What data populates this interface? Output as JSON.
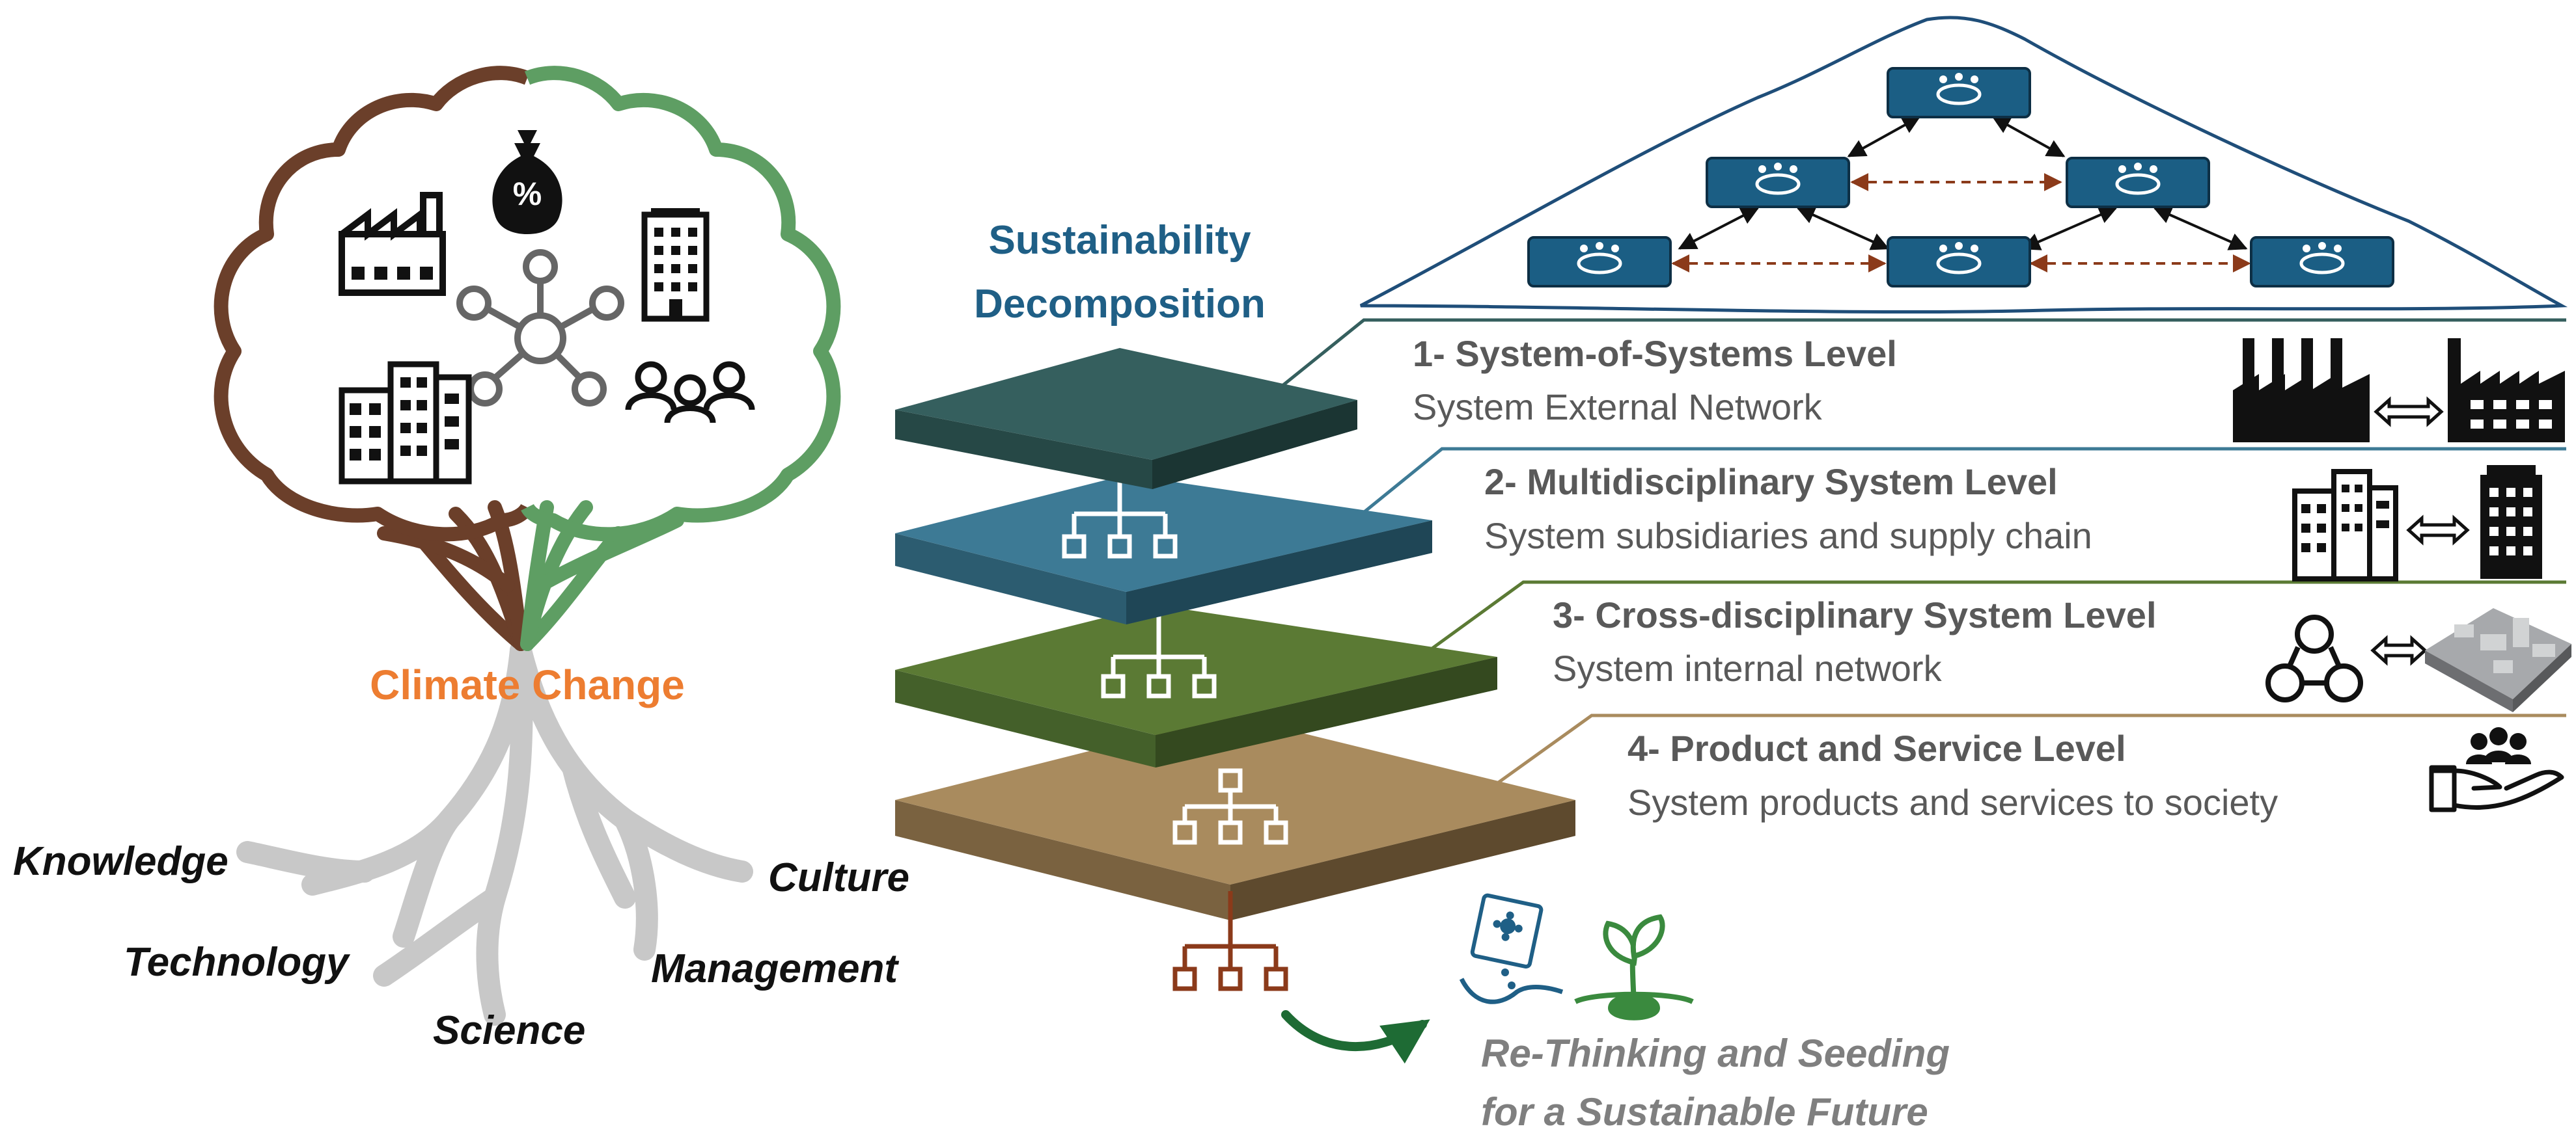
{
  "title": {
    "line1": "Sustainability",
    "line2": "Decomposition"
  },
  "tree": {
    "label": "Climate Change",
    "roots": [
      "Knowledge",
      "Technology",
      "Science",
      "Culture",
      "Management"
    ]
  },
  "levels": [
    {
      "title": "1- System-of-Systems Level",
      "subtitle": "System External Network"
    },
    {
      "title": "2- Multidisciplinary System Level",
      "subtitle": "System subsidiaries and supply chain"
    },
    {
      "title": "3- Cross-disciplinary System Level",
      "subtitle": "System internal network"
    },
    {
      "title": "4- Product and Service Level",
      "subtitle": "System products and services to society"
    }
  ],
  "seed": {
    "line1": "Re-Thinking and Seeding",
    "line2": "for a Sustainable Future"
  },
  "colors": {
    "title": "#1f5f86",
    "climate": "#ed7d31",
    "tree_brown": "#6b3f2a",
    "tree_green": "#5e9e63",
    "roots": "#c8c8c8",
    "layer1": "#355f5e",
    "layer2": "#3d7a95",
    "layer3": "#5b7a34",
    "layer4": "#a98b5e",
    "network_node": "#1b5e84",
    "seed_text": "#7f7f7f"
  }
}
